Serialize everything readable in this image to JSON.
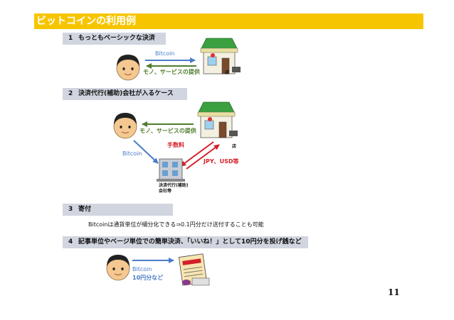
{
  "title": "ビットコインの利用例",
  "sections": [
    {
      "num": "1",
      "title": "もっともベーシックな決済"
    },
    {
      "num": "2",
      "title": "決済代行(補助)会社が入るケース"
    },
    {
      "num": "3",
      "title": "寄付"
    },
    {
      "num": "4",
      "title": "記事単位やベージ単位での簡単決済、「いいね！」として10円分を投げ銭など"
    }
  ],
  "sec1": {
    "bitcoin": "Bitcoin",
    "goods": "モノ、サービスの提供",
    "shop": "店"
  },
  "sec2": {
    "goods": "モノ、サービスの提供",
    "shop": "店",
    "fee": "手数料",
    "fiat": "JPY、USD等",
    "bitcoin": "Bitcoin",
    "agent_line1": "決済代行(補助)",
    "agent_line2": "会社等"
  },
  "sec3": {
    "text": "Bitcoinは通貨単位が細分化できる⇒0.1円分だけ送付することも可能"
  },
  "sec4": {
    "bitcoin": "Bitcoin",
    "amount": "10円分など"
  },
  "page_number": "11",
  "colors": {
    "title_bar": "#f7c500",
    "section_bar": "#d0d5df",
    "blue_arrow": "#4a7bc8",
    "green_arrow": "#4f7c2c",
    "red_arrow": "#d3202a"
  }
}
